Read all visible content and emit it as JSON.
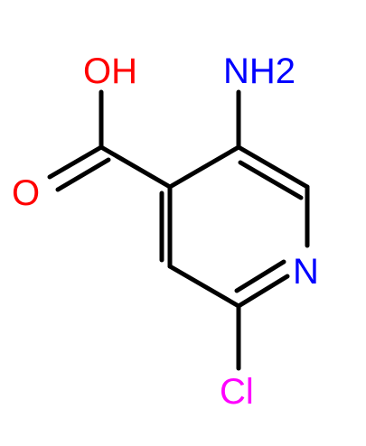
{
  "molecule": {
    "atoms": [
      {
        "id": "oh",
        "label": "OH",
        "color": "#ff0000"
      },
      {
        "id": "o",
        "label": "O",
        "color": "#ff0000"
      },
      {
        "id": "nh2",
        "label": "NH2",
        "color": "#0000ff"
      },
      {
        "id": "n",
        "label": "N",
        "color": "#0000ff"
      },
      {
        "id": "cl",
        "label": "Cl",
        "color": "#ff00ff"
      }
    ],
    "bond_color": "#000000"
  }
}
